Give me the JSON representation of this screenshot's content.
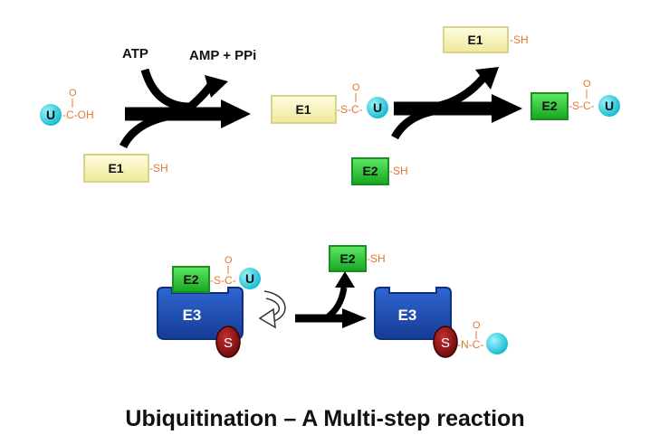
{
  "labels": {
    "atp": "ATP",
    "amp_ppi": "AMP +  PPi",
    "e1": "E1",
    "e2": "E2",
    "e3": "E3",
    "u": "U",
    "s": "S",
    "c_oh": "-C-OH",
    "oxygen": "O",
    "sh": "-SH",
    "s_c": "-S-C-",
    "n_c": "-N-C-"
  },
  "title": "Ubiquitination – A Multi-step reaction",
  "colors": {
    "e1_fill": "#fbf8c4",
    "e1_edge": "#d9d38a",
    "e2_fill": "#33d13a",
    "e2_edge": "#1a8f22",
    "e3_fill": "#1f4fb4",
    "e3_edge": "#0c2f80",
    "ubiquitin": "#25d7ea",
    "substrate": "#9a1010",
    "chem_text": "#e07830",
    "arrow": "#000000"
  }
}
